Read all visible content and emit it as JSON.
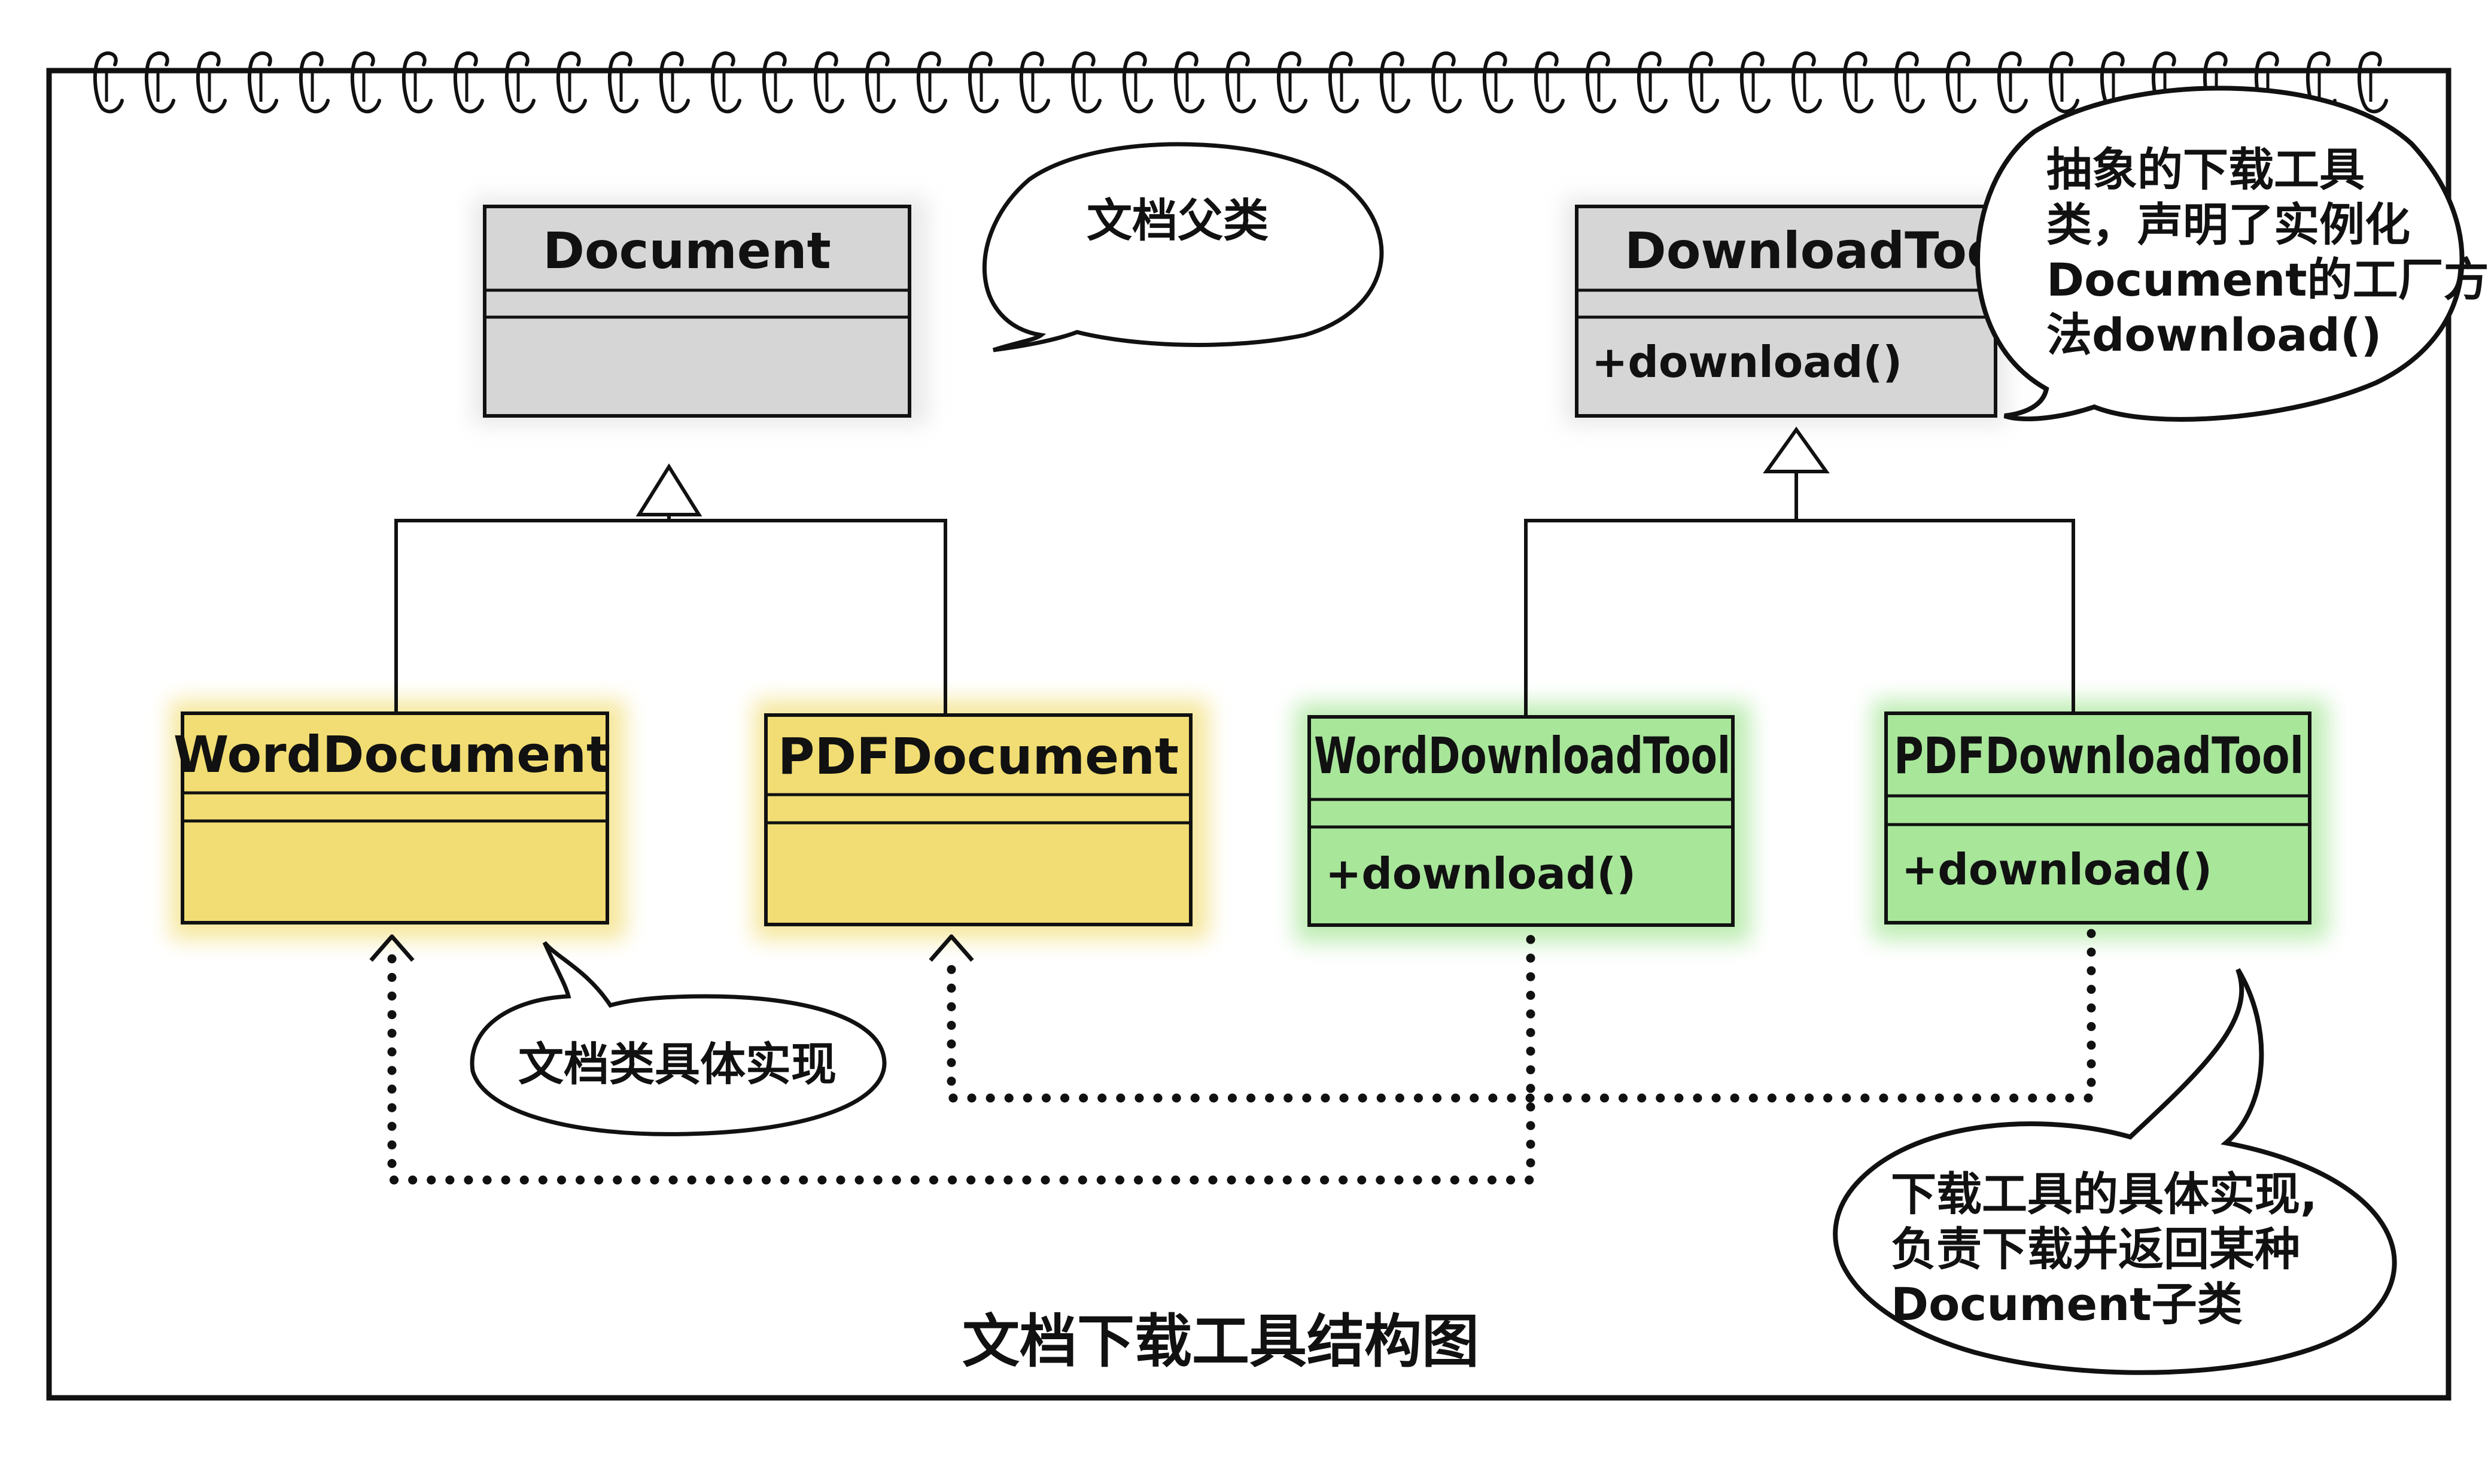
{
  "colors": {
    "parent_fill": "#d6d6d6",
    "document_impl_fill": "#f1dd73",
    "tool_impl_fill": "#a8e69a",
    "line": "#111111",
    "background": "#ffffff"
  },
  "classes": {
    "document": {
      "name": "Document",
      "methods": ""
    },
    "download_tool": {
      "name": "DownloadTool",
      "methods": "+download()"
    },
    "word_document": {
      "name": "WordDocument",
      "methods": ""
    },
    "pdf_document": {
      "name": "PDFDocument",
      "methods": ""
    },
    "word_download_tool": {
      "name": "WordDownloadTool",
      "methods": "+download()"
    },
    "pdf_download_tool": {
      "name": "PDFDownloadTool",
      "methods": "+download()"
    }
  },
  "notes": {
    "document_parent": [
      "文档父类"
    ],
    "download_tool_abstract": [
      "抽象的下载工具",
      "类，声明了实例化",
      "Document的工厂方",
      "法download()"
    ],
    "document_impl": [
      "文档类具体实现"
    ],
    "tool_impl": [
      "下载工具的具体实现,",
      "负责下载并返回某种",
      "Document子类"
    ]
  },
  "caption": "文档下载工具结构图"
}
